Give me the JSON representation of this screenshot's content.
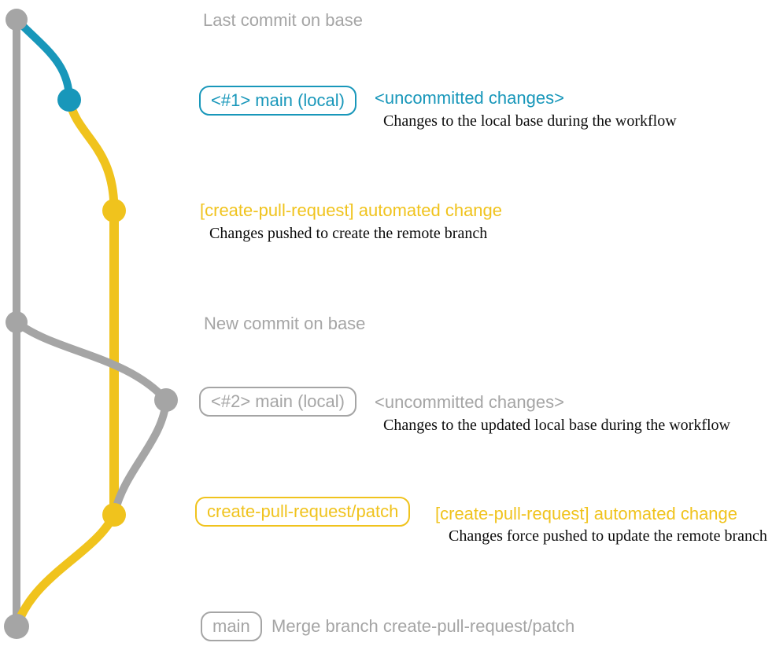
{
  "colors": {
    "gray": "#a5a5a5",
    "blue": "#1897ba",
    "yellow": "#f0c31d",
    "dark": "#0d0d0d",
    "background": "#ffffff"
  },
  "annotations": {
    "last_commit_on_base": "Last commit on base",
    "new_commit_on_base": "New commit on base"
  },
  "step_uncommitted_1": {
    "branch_badge": "<#1> main (local)",
    "status": "<uncommitted changes>",
    "description": "Changes to the local base during the workflow"
  },
  "step_push_create": {
    "commit_message": "[create-pull-request] automated change",
    "description": "Changes pushed to create the remote branch"
  },
  "step_uncommitted_2": {
    "branch_badge": "<#2> main (local)",
    "status": "<uncommitted changes>",
    "description": "Changes to the updated local base during the workflow"
  },
  "step_force_push": {
    "branch_badge": "create-pull-request/patch",
    "commit_message": "[create-pull-request] automated change",
    "description": "Changes force pushed to update the remote branch"
  },
  "step_merge": {
    "branch_badge": "main",
    "commit_message": "Merge branch create-pull-request/patch"
  }
}
